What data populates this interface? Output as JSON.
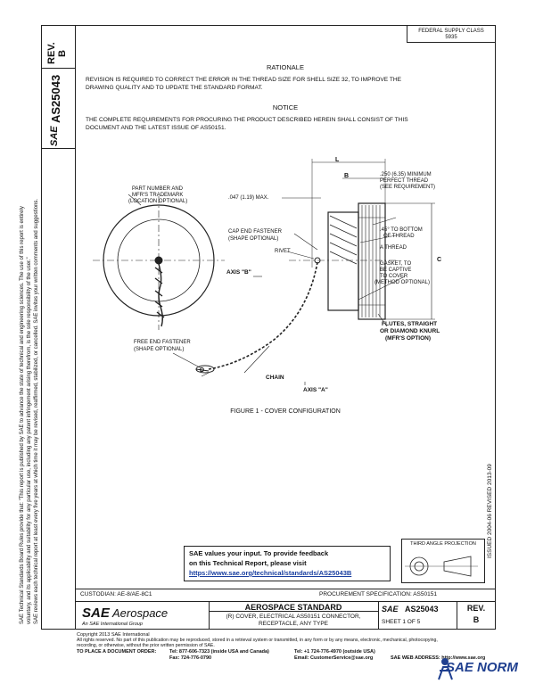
{
  "header": {
    "rev_label": "REV.",
    "rev_value": "B",
    "doc_number": "AS25043",
    "fed_class_line1": "FEDERAL SUPPLY CLASS",
    "fed_class_line2": "5935"
  },
  "rationale": {
    "heading": "RATIONALE",
    "line1": "REVISION IS REQUIRED TO CORRECT THE ERROR IN THE THREAD SIZE FOR SHELL SIZE 32, TO IMPROVE THE",
    "line2": "DRAWING QUALITY AND TO UPDATE THE STANDARD FORMAT."
  },
  "notice": {
    "heading": "NOTICE",
    "line1": "THE COMPLETE REQUIREMENTS FOR PROCURING THE PRODUCT DESCRIBED HEREIN SHALL CONSIST OF THIS",
    "line2": "DOCUMENT AND THE LATEST ISSUE OF AS50151."
  },
  "figure": {
    "caption": "FIGURE 1 - COVER CONFIGURATION",
    "labels": {
      "part_number_1": "PART NUMBER AND",
      "part_number_2": "MFR'S TRADEMARK",
      "part_number_3": "(LOCATION OPTIONAL)",
      "dim_047": ".047 (1.19) MAX.",
      "cap_end_1": "CAP END FASTENER",
      "cap_end_2": "(SHAPE OPTIONAL)",
      "rivet": "RIVET",
      "axis_b": "AXIS \"B\"",
      "free_end_1": "FREE END FASTENER",
      "free_end_2": "(SHAPE OPTIONAL)",
      "d": "D",
      "chain": "CHAIN",
      "axis_a": "AXIS \"A\"",
      "l": "L",
      "b": "B",
      "c": "C",
      "min_thread_1": ".250 (6.35) MINIMUM",
      "min_thread_2": "PERFECT THREAD",
      "min_thread_3": "(SEE REQUIREMENT)",
      "bottom_1": ".45° TO BOTTOM",
      "bottom_2": "OF THREAD",
      "a_thread": "A THREAD",
      "gasket_1": "GASKET, TO",
      "gasket_2": "BE CAPTIVE",
      "gasket_3": "TO COVER",
      "gasket_4": "(METHOD OPTIONAL)",
      "flutes_1": "FLUTES, STRAIGHT",
      "flutes_2": "OR DIAMOND KNURL",
      "flutes_3": "(MFR'S OPTION)"
    }
  },
  "feedback": {
    "line1": "SAE values your input. To provide feedback",
    "line2": "on this Technical Report, please visit",
    "url": "https://www.sae.org/technical/standards/AS25043B"
  },
  "projection": {
    "label": "THIRD ANGLE PROJECTION"
  },
  "side_stamp": "ISSUED 2004-06   REVISED 2013-09",
  "custodian": "CUSTODIAN: AE-8/AE-8C1",
  "procurement": "PROCUREMENT SPECIFICATION: AS50151",
  "title_block": {
    "logo_sae": "SAE",
    "logo_aero": "Aerospace",
    "logo_sub": "An SAE International Group",
    "standard": "AEROSPACE STANDARD",
    "title_line1": "(R) COVER, ELECTRICAL AS50151 CONNECTOR,",
    "title_line2": "RECEPTACLE, ANY TYPE",
    "sae_small": "SAE",
    "doc_number": "AS25043",
    "sheet": "SHEET 1 OF 5",
    "rev_label": "REV.",
    "rev_value": "B"
  },
  "left_notes": {
    "line1": "SAE Technical Standards Board Rules provide that: \"This report is published by SAE to advance the state of technical and engineering sciences. The use of this report is entirely",
    "line2": "voluntary, and its applicability and suitability for any particular use, including any patent infringement arising therefrom, is the sole responsibility of the user.\"",
    "line3": "SAE reviews each technical report at least every five years at which time it may be revised, reaffirmed, stabilized, or cancelled. SAE invites your written comments and suggestions."
  },
  "footer": {
    "copyright": "Copyright 2013 SAE International",
    "rights": "All rights reserved. No part of this publication may be reproduced, stored in a retrieval system or transmitted, in any form or by any means, electronic, mechanical, photocopying,",
    "rights2": "recording, or otherwise, without the prior written permission of SAE.",
    "order": "TO PLACE A DOCUMENT ORDER:",
    "tel1": "Tel:  877-606-7323 (inside USA and Canada)",
    "tel2": "Tel:  +1 724-776-4970 (outside USA)",
    "fax": "Fax:  724-776-0790",
    "email": "Email: CustomerService@sae.org",
    "web": "SAE WEB ADDRESS:  http://www.sae.org",
    "watermark": "SAE NORM"
  }
}
